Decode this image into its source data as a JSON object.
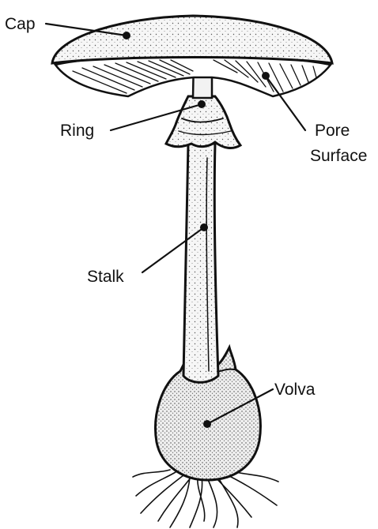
{
  "labels": {
    "cap": "Cap",
    "ring": "Ring",
    "pore_surface_line1": "Pore",
    "pore_surface_line2": "Surface",
    "stalk": "Stalk",
    "volva": "Volva"
  },
  "colors": {
    "ink": "#111111",
    "background": "#ffffff",
    "fill": "#f4f4f4"
  }
}
